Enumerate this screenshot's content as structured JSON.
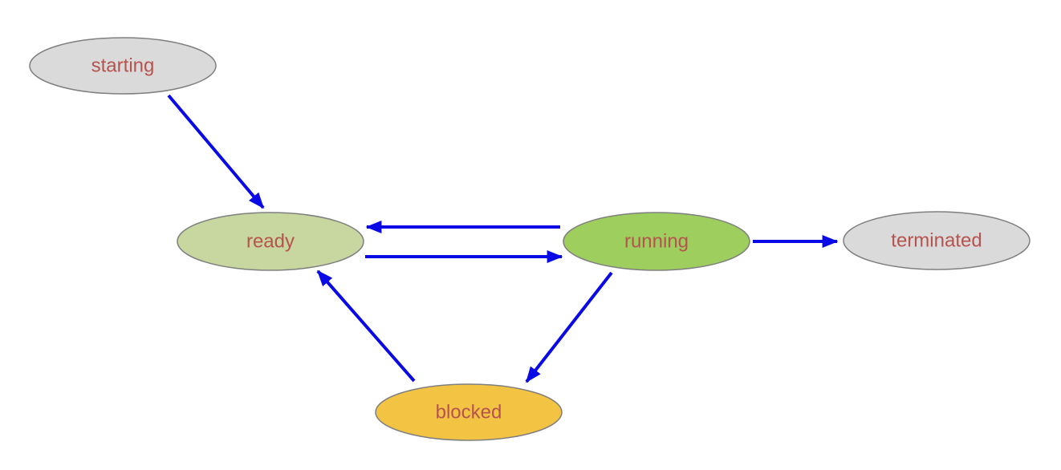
{
  "colors": {
    "arrow": "#0a0ae6",
    "label": "#b5534f",
    "outline": "#7f7f7f"
  },
  "states": {
    "starting": {
      "label": "starting",
      "fill": "#dadada"
    },
    "ready": {
      "label": "ready",
      "fill": "#c8d7a0"
    },
    "running": {
      "label": "running",
      "fill": "#9dce5e"
    },
    "terminated": {
      "label": "terminated",
      "fill": "#dadada"
    },
    "blocked": {
      "label": "blocked",
      "fill": "#f3c343"
    }
  },
  "transitions": [
    {
      "from": "starting",
      "to": "ready"
    },
    {
      "from": "running",
      "to": "ready"
    },
    {
      "from": "ready",
      "to": "running"
    },
    {
      "from": "running",
      "to": "terminated"
    },
    {
      "from": "running",
      "to": "blocked"
    },
    {
      "from": "blocked",
      "to": "ready"
    }
  ]
}
